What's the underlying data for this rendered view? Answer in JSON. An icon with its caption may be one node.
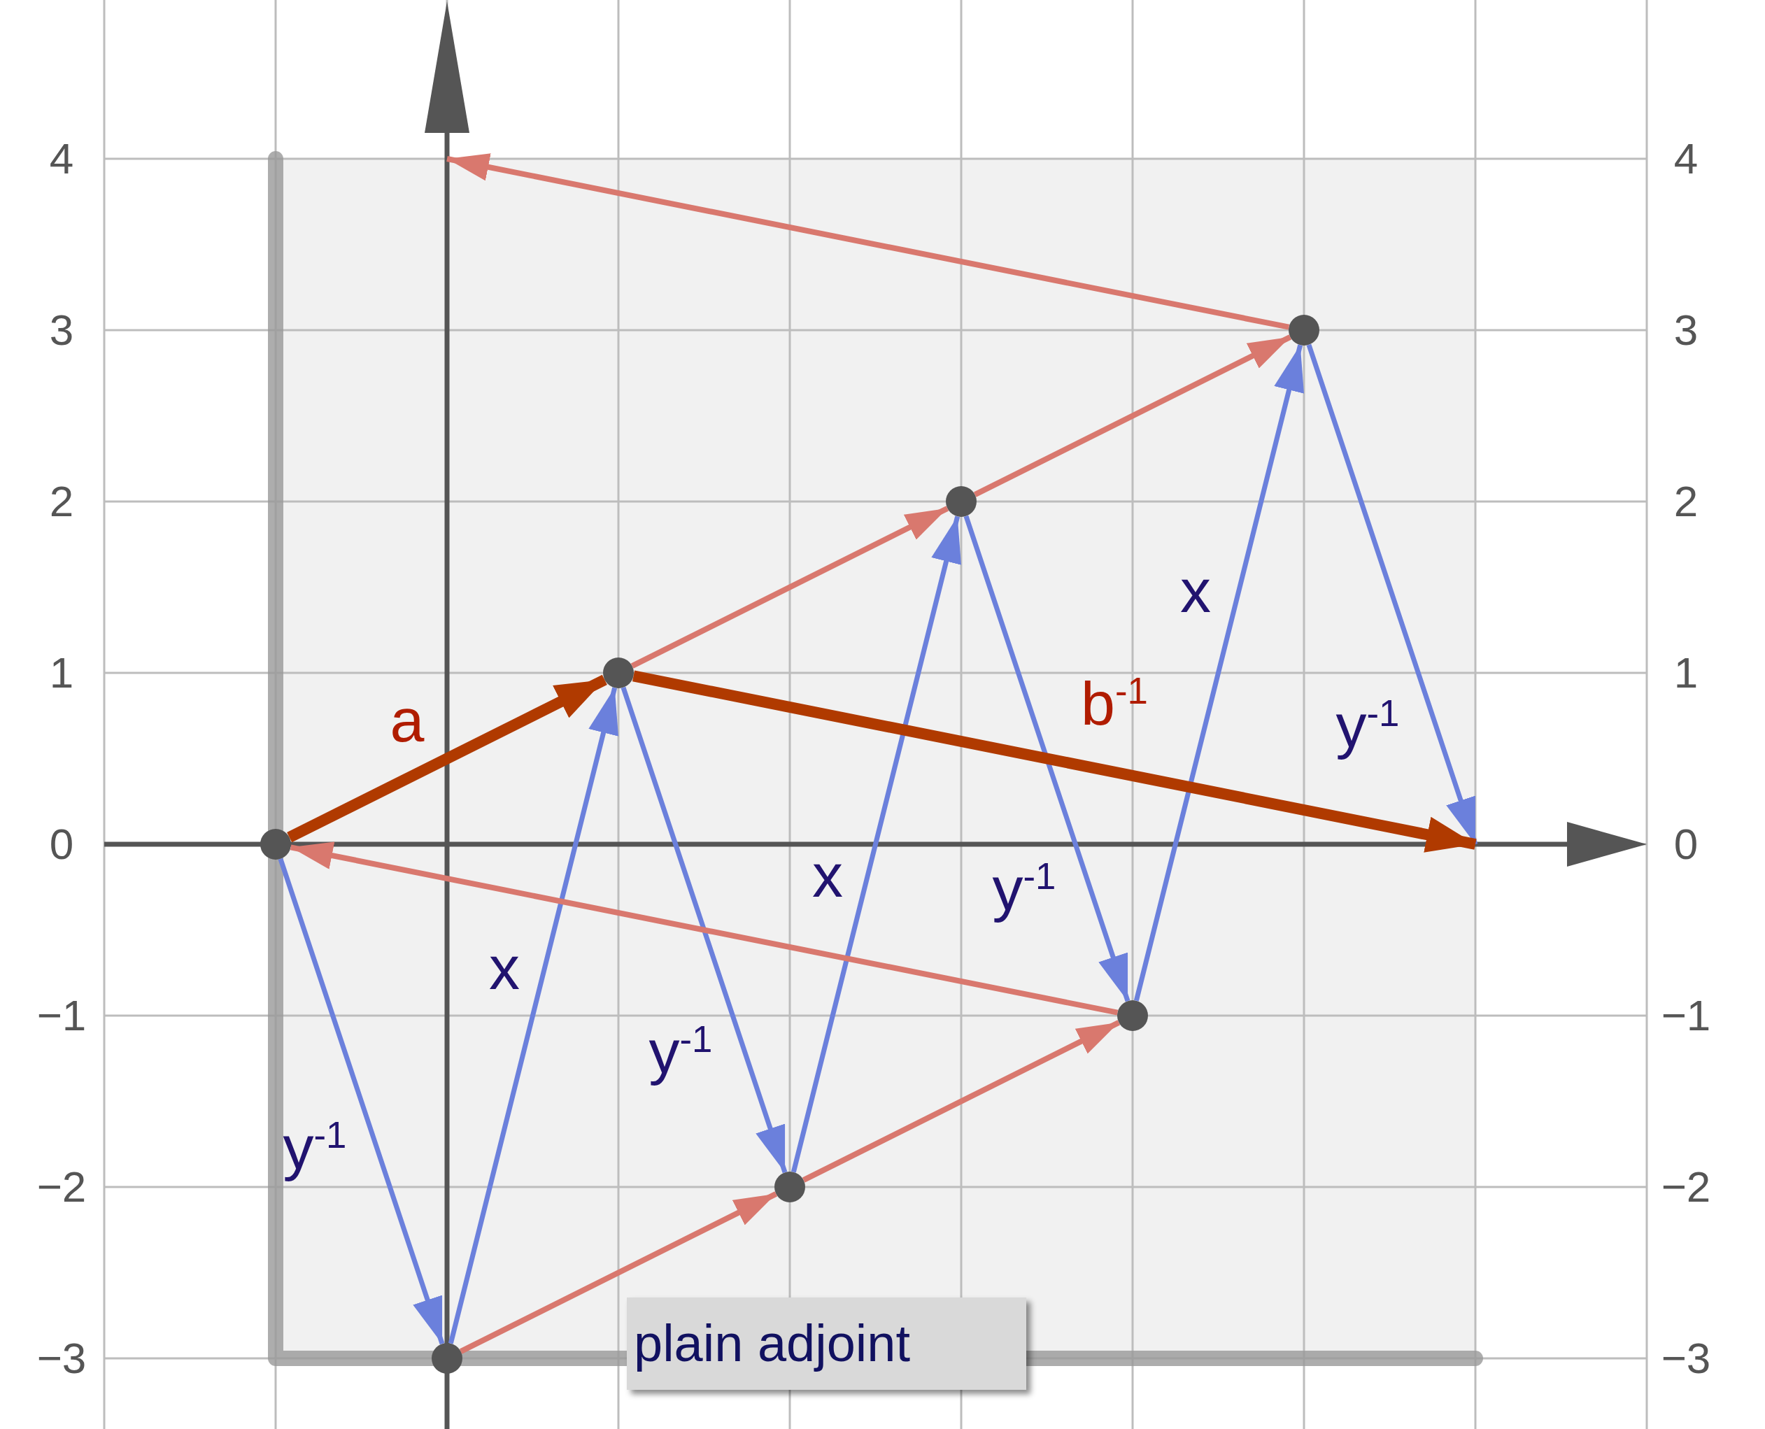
{
  "diagram": {
    "nodes": [
      {
        "text": [],
        "shape": "circle"
      },
      {
        "text": [],
        "shape": "circle"
      },
      {
        "text": [],
        "shape": "circle"
      },
      {
        "text": [],
        "shape": "circle"
      },
      {
        "text": [],
        "shape": "circle"
      },
      {
        "text": [],
        "shape": "circle"
      },
      {
        "text": [],
        "shape": "circle"
      },
      {
        "text": [
          "plain adjoint"
        ]
      }
    ],
    "edges": [
      {
        "from": 3,
        "to": 6,
        "arrow": "to",
        "label": "y$^{-1}$"
      },
      {
        "from": 6,
        "to": 2,
        "arrow": "to",
        "label": "x"
      },
      {
        "from": 2,
        "to": 5,
        "arrow": "to",
        "label": "y$^{-1}$"
      },
      {
        "from": 5,
        "to": 1,
        "arrow": "to",
        "label": "x"
      },
      {
        "from": 1,
        "to": 4,
        "arrow": "to",
        "label": "y$^{-1}$"
      },
      {
        "from": 4,
        "to": 0,
        "arrow": "to",
        "label": "x"
      },
      {
        "from": 0,
        "to": null,
        "arrow": "to",
        "label": "y$^{-1}$"
      },
      {
        "from": 6,
        "to": 5,
        "arrow": "to",
        "color": "#d9786e"
      },
      {
        "from": 5,
        "to": 4,
        "arrow": "to",
        "color": "#d9786e"
      },
      {
        "from": 4,
        "to": 3,
        "arrow": "to",
        "color": "#d9786e"
      },
      {
        "from": 2,
        "to": 1,
        "arrow": "to",
        "color": "#d9786e"
      },
      {
        "from": 1,
        "to": 0,
        "arrow": "to",
        "color": "#d9786e"
      },
      {
        "from": 0,
        "to": null,
        "arrow": "to",
        "color": "#d9786e"
      },
      {
        "from": 3,
        "to": 2,
        "arrow": "to",
        "label": "a",
        "style": "thick",
        "color": "#b03a00"
      },
      {
        "from": 2,
        "to": null,
        "arrow": "to",
        "label": "b$^{-1}$",
        "style": "thick",
        "color": "#b03a00"
      }
    ],
    "labels": [
      "4",
      "4",
      "3",
      "3",
      "2",
      "2",
      "1",
      "1",
      "0",
      "0",
      "−1",
      "−1",
      "−2",
      "−2",
      "−3",
      "−3"
    ]
  }
}
